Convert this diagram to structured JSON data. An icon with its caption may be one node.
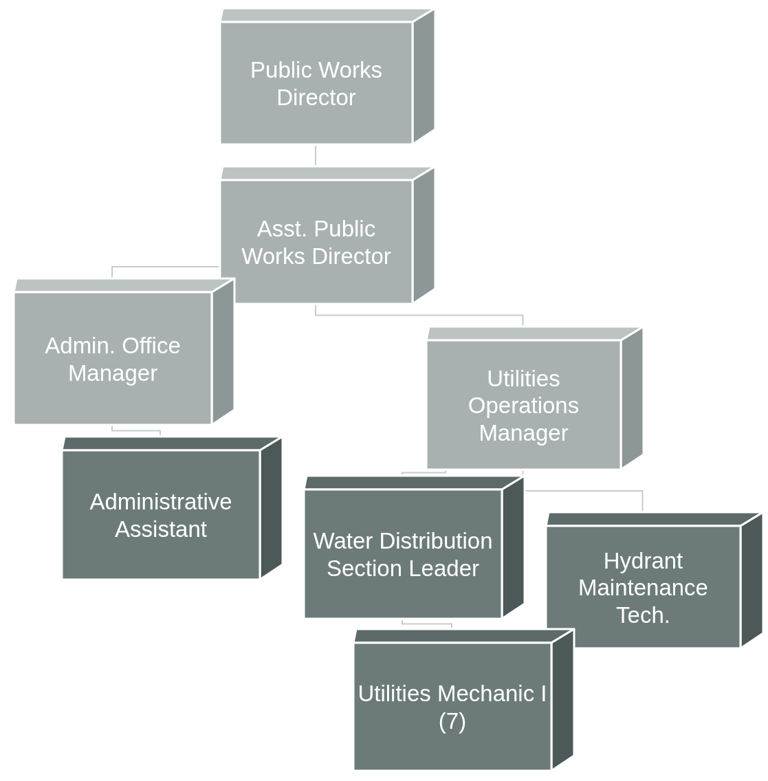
{
  "diagram": {
    "nodes": [
      {
        "text": [
          "Public Works Director"
        ]
      },
      {
        "text": [
          "Asst. Public Works Director"
        ]
      },
      {
        "text": [
          "Admin. Office Manager"
        ]
      },
      {
        "text": [
          "Utilities Operations Manager"
        ]
      },
      {
        "text": [
          "Administrative Assistant"
        ]
      },
      {
        "text": [
          "Water Distribution Section Leader"
        ]
      },
      {
        "text": [
          "Hydrant Maintenance Tech."
        ]
      },
      {
        "text": [
          "Utilities Mechanic I (7)"
        ]
      }
    ],
    "edges": [
      {
        "from": 0,
        "to": 1,
        "arrow": "none"
      },
      {
        "from": 1,
        "to": 2,
        "arrow": "none"
      },
      {
        "from": 1,
        "to": 3,
        "arrow": "none"
      },
      {
        "from": 2,
        "to": 4,
        "arrow": "none"
      },
      {
        "from": 3,
        "to": 5,
        "arrow": "none"
      },
      {
        "from": 3,
        "to": 6,
        "arrow": "none"
      },
      {
        "from": 5,
        "to": 7,
        "arrow": "none"
      }
    ]
  }
}
